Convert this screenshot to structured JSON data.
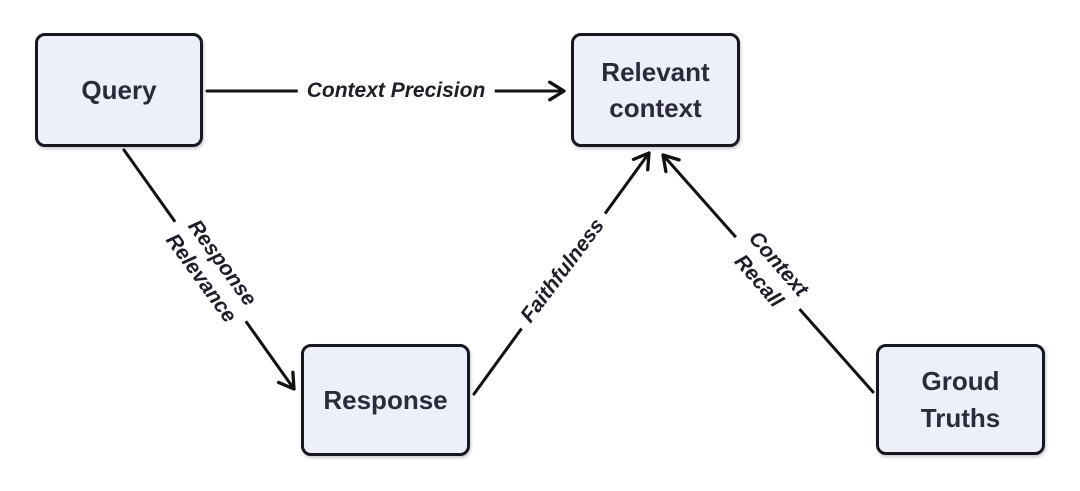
{
  "diagram": {
    "title": "RAG evaluation metrics diagram",
    "palette": {
      "background": "#ffffff",
      "node_fill": "#edf0fa",
      "node_border": "#17171f",
      "node_text": "#2b2b3a",
      "edge_line": "#111111",
      "edge_label_text": "#1e1e28"
    },
    "nodes": {
      "query": {
        "label": "Query"
      },
      "relevant_context": {
        "label": "Relevant\ncontext"
      },
      "response": {
        "label": "Response"
      },
      "ground_truths": {
        "label": "Groud\nTruths"
      }
    },
    "edges": {
      "context_precision": {
        "from": "query",
        "to": "relevant_context",
        "label": "Context Precision"
      },
      "response_relevance": {
        "from": "query",
        "to": "response",
        "label": "Response\nRelevance"
      },
      "faithfulness": {
        "from": "response",
        "to": "relevant_context",
        "label": "Faithfulness"
      },
      "context_recall": {
        "from": "ground_truths",
        "to": "relevant_context",
        "label": "Context\nRecall"
      }
    }
  }
}
